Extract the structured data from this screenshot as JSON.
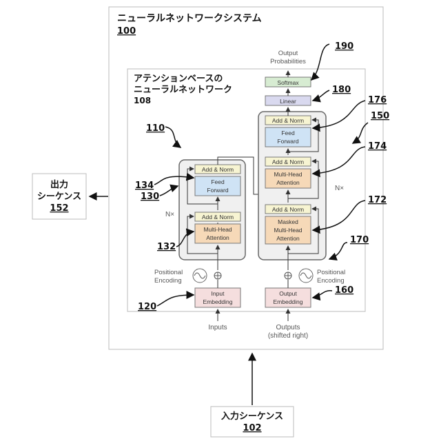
{
  "system": {
    "title": "ニューラルネットワークシステム",
    "ref": "100"
  },
  "attention_net": {
    "title_line1": "アテンションベースの",
    "title_line2": "ニューラルネットワーク",
    "ref": "108"
  },
  "output_sequence": {
    "line1": "出力",
    "line2": "シーケンス",
    "ref": "152"
  },
  "input_sequence": {
    "label": "入力シーケンス",
    "ref": "102"
  },
  "decoder": {
    "softmax": "Softmax",
    "linear": "Linear",
    "add_norm": "Add & Norm",
    "feed_forward_1": "Feed",
    "feed_forward_2": "Forward",
    "mha_1": "Multi-Head",
    "mha_2": "Attention",
    "masked_1": "Masked",
    "masked_2": "Multi-Head",
    "masked_3": "Attention",
    "nx": "N×",
    "output_embedding_1": "Output",
    "output_embedding_2": "Embedding",
    "pos_enc_1": "Positional",
    "pos_enc_2": "Encoding",
    "outputs_1": "Outputs",
    "outputs_2": "(shifted right)",
    "output_probs_1": "Output",
    "output_probs_2": "Probabilities"
  },
  "encoder": {
    "add_norm": "Add & Norm",
    "feed_forward_1": "Feed",
    "feed_forward_2": "Forward",
    "mha_1": "Multi-Head",
    "mha_2": "Attention",
    "nx": "N×",
    "input_embedding_1": "Input",
    "input_embedding_2": "Embedding",
    "pos_enc_1": "Positional",
    "pos_enc_2": "Encoding",
    "inputs": "Inputs"
  },
  "refs": {
    "r110": "110",
    "r120": "120",
    "r130": "130",
    "r132": "132",
    "r134": "134",
    "r150": "150",
    "r160": "160",
    "r170": "170",
    "r172": "172",
    "r174": "174",
    "r176": "176",
    "r180": "180",
    "r190": "190"
  }
}
